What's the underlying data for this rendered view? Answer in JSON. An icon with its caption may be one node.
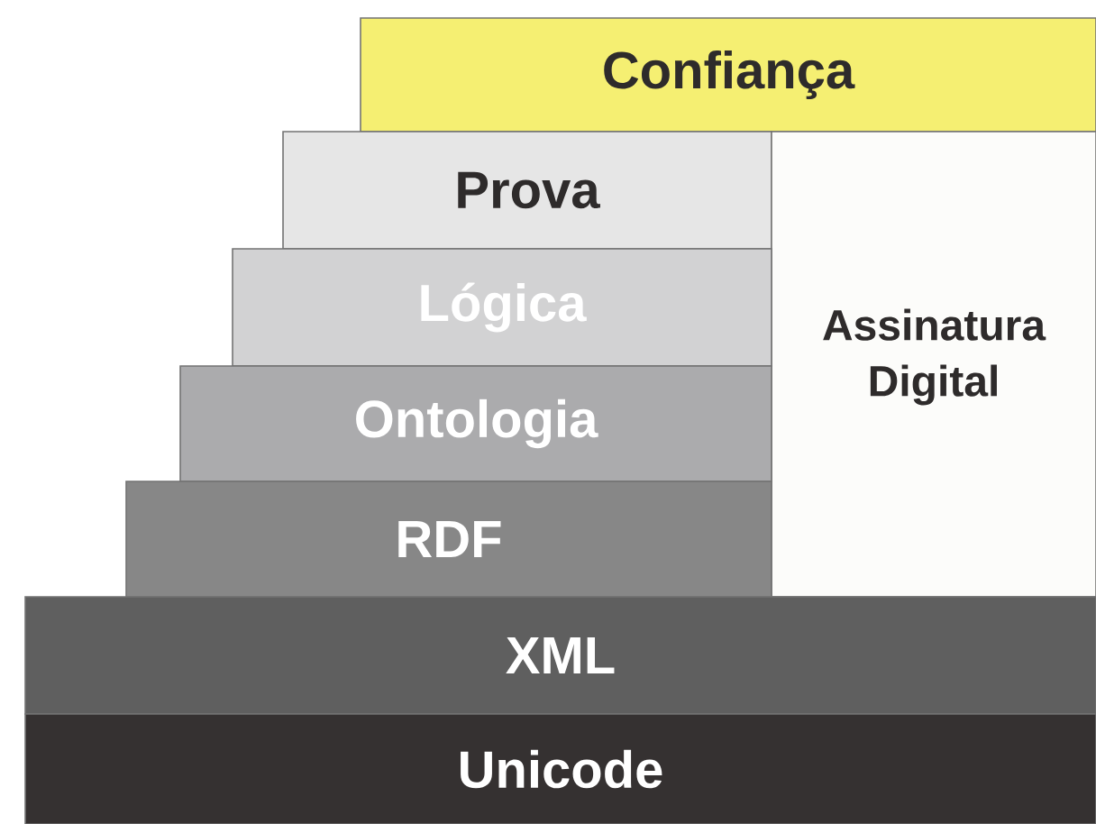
{
  "diagram": {
    "nodes": [
      {
        "text": [
          "Confiança"
        ]
      },
      {
        "text": [
          "Prova"
        ]
      },
      {
        "text": [
          "Assinatura Digital"
        ]
      },
      {
        "text": [
          "Lógica"
        ]
      },
      {
        "text": [
          "Ontologia"
        ]
      },
      {
        "text": [
          "RDF"
        ]
      },
      {
        "text": [
          "XML"
        ]
      },
      {
        "text": [
          "Unicode"
        ]
      }
    ]
  }
}
